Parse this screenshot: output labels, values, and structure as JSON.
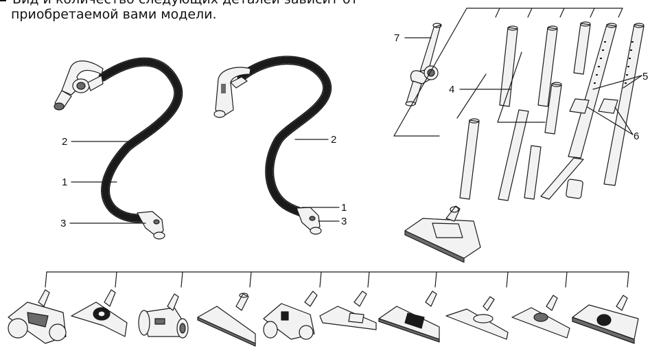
{
  "note": {
    "line1": "Вид  и количество следующих деталей зависит от",
    "line2": "приобретаемой вами модели."
  },
  "callouts": {
    "hose_left_1": "1",
    "hose_left_2": "2",
    "hose_left_3": "3",
    "hose_right_1": "1",
    "hose_right_2": "2",
    "hose_right_3": "3",
    "pipe_4": "4",
    "pipe_5": "5",
    "pipe_6": "6",
    "handle_7": "7"
  },
  "colors": {
    "line": "#1a1a1a",
    "part_fill": "#f2f2f2",
    "dark_fill": "#6b6b6b"
  }
}
